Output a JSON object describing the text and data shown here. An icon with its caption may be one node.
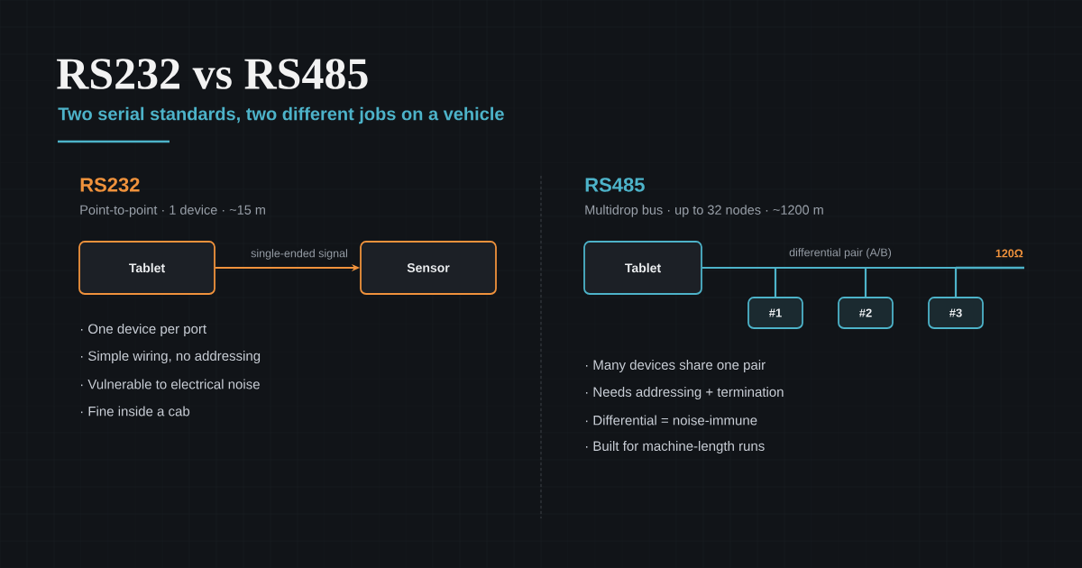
{
  "diagram": {
    "title": "RS232 vs RS485",
    "nodes": [
      {
        "text": [
          "Tablet"
        ]
      },
      {
        "text": [
          "Sensor"
        ]
      },
      {
        "text": [
          "Tablet"
        ]
      },
      {
        "text": [
          "#1"
        ]
      },
      {
        "text": [
          "#2"
        ]
      },
      {
        "text": [
          "#3"
        ]
      }
    ],
    "edges": [
      {
        "from": 0,
        "to": 1,
        "arrow": "to",
        "label": "single-ended signal",
        "color": "#f0923c"
      },
      {
        "from": 2,
        "to": 3,
        "arrow": "none",
        "label": "differential pair (A/B)"
      },
      {
        "from": 2,
        "to": 4,
        "arrow": "none"
      },
      {
        "from": 2,
        "to": 5,
        "arrow": "none"
      }
    ],
    "labels": [
      "Two serial standards, two different jobs on a vehicle",
      "RS232",
      "Point-to-point · 1 device · ~15 m",
      "RS485",
      "Multidrop bus · up to 32 nodes · ~1200 m",
      "120Ω",
      "· One device per port",
      "· Simple wiring, no addressing",
      "· Vulnerable to electrical noise",
      "· Fine inside a cab",
      "· Many devices share one pair",
      "· Needs addressing + termination",
      "· Differential = noise-immune",
      "· Built for machine-length runs"
    ]
  }
}
